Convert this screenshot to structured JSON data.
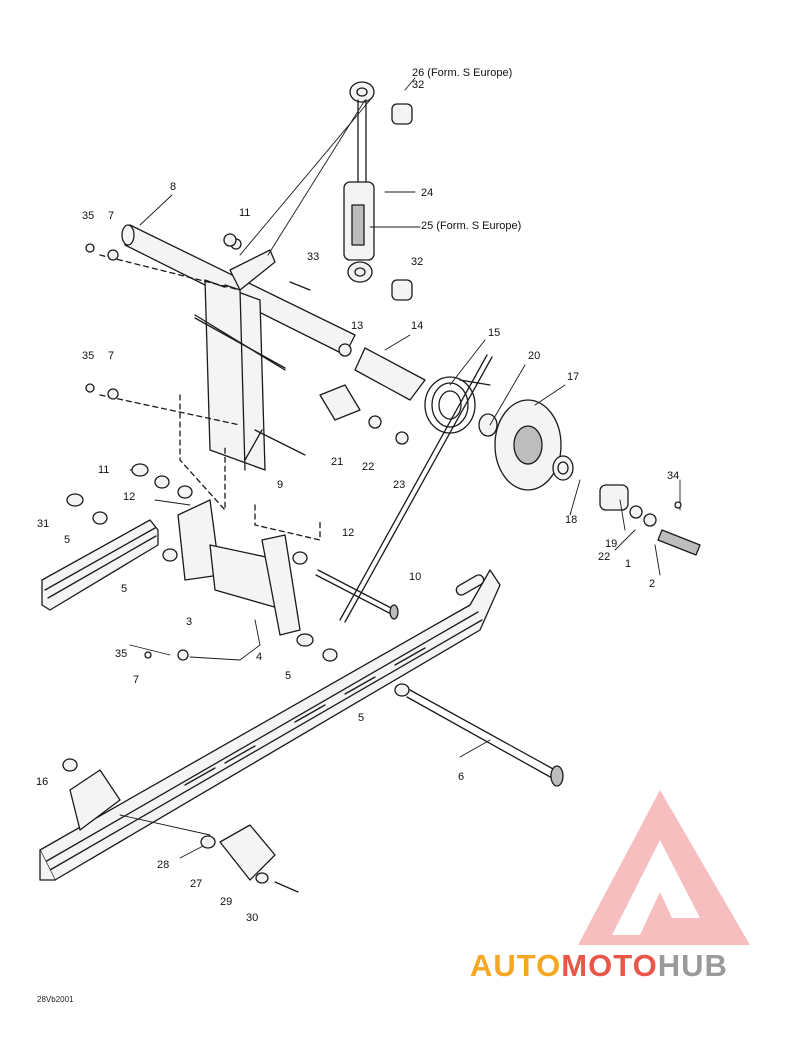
{
  "callouts": [
    {
      "id": "c26",
      "text": "26 (Form. S Europe)"
    },
    {
      "id": "c32a",
      "text": "32"
    },
    {
      "id": "c8",
      "text": "8"
    },
    {
      "id": "c24",
      "text": "24"
    },
    {
      "id": "c35a",
      "text": "35"
    },
    {
      "id": "c7a",
      "text": "7"
    },
    {
      "id": "c11a",
      "text": "11"
    },
    {
      "id": "c25",
      "text": "25 (Form. S Europe)"
    },
    {
      "id": "c33",
      "text": "33"
    },
    {
      "id": "c32b",
      "text": "32"
    },
    {
      "id": "c13",
      "text": "13"
    },
    {
      "id": "c14",
      "text": "14"
    },
    {
      "id": "c15",
      "text": "15"
    },
    {
      "id": "c20",
      "text": "20"
    },
    {
      "id": "c17",
      "text": "17"
    },
    {
      "id": "c35b",
      "text": "35"
    },
    {
      "id": "c7b",
      "text": "7"
    },
    {
      "id": "c21",
      "text": "21"
    },
    {
      "id": "c22a",
      "text": "22"
    },
    {
      "id": "c23",
      "text": "23"
    },
    {
      "id": "c9",
      "text": "9"
    },
    {
      "id": "c11b",
      "text": "11"
    },
    {
      "id": "c12a",
      "text": "12"
    },
    {
      "id": "c34",
      "text": "34"
    },
    {
      "id": "c31",
      "text": "31"
    },
    {
      "id": "c5a",
      "text": "5"
    },
    {
      "id": "c18",
      "text": "18"
    },
    {
      "id": "c19",
      "text": "19"
    },
    {
      "id": "c22b",
      "text": "22"
    },
    {
      "id": "c1",
      "text": "1"
    },
    {
      "id": "c2",
      "text": "2"
    },
    {
      "id": "c12b",
      "text": "12"
    },
    {
      "id": "c5b",
      "text": "5"
    },
    {
      "id": "c10",
      "text": "10"
    },
    {
      "id": "c3",
      "text": "3"
    },
    {
      "id": "c35c",
      "text": "35"
    },
    {
      "id": "c4",
      "text": "4"
    },
    {
      "id": "c5c",
      "text": "5"
    },
    {
      "id": "c7c",
      "text": "7"
    },
    {
      "id": "c5d",
      "text": "5"
    },
    {
      "id": "c16",
      "text": "16"
    },
    {
      "id": "c6",
      "text": "6"
    },
    {
      "id": "c28",
      "text": "28"
    },
    {
      "id": "c27",
      "text": "27"
    },
    {
      "id": "c29",
      "text": "29"
    },
    {
      "id": "c30",
      "text": "30"
    }
  ],
  "drawing_ref": "28Vb2001",
  "watermark": {
    "part_a": "AUTO",
    "part_b": "MOTO",
    "part_c": "HUB",
    "color_a": "#f5a623",
    "color_b": "#e8574a",
    "color_c": "#9a9a9a",
    "logo_color": "#f08a8a"
  },
  "colors": {
    "line": "#1a1a1a",
    "part_fill": "#f4f4f4",
    "shade": "#bdbdbd"
  }
}
